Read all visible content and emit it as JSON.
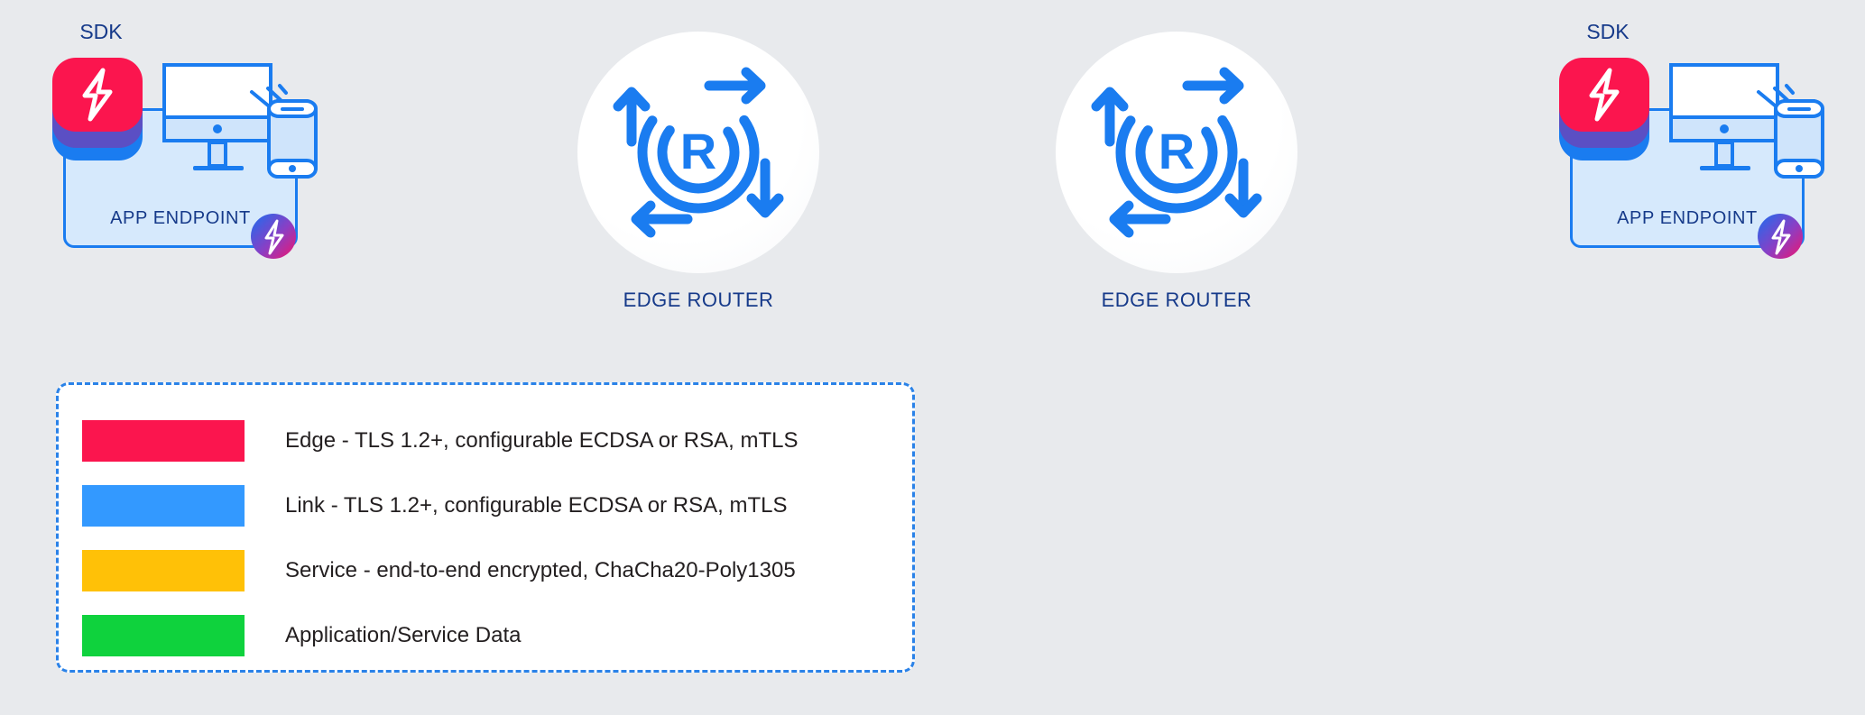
{
  "background_color": "#e8eaed",
  "diagram": {
    "title_color": "#163a8a",
    "endpoints": [
      {
        "id": "left",
        "label": "APP ENDPOINT",
        "sdk_caption": "SDK",
        "sdk_icon": "sdk-layers-bolt-icon",
        "device_icon": "monitor-and-phone-icon",
        "badge_icon": "bolt-gradient-circle-icon"
      },
      {
        "id": "right",
        "label": "APP ENDPOINT",
        "sdk_caption": "SDK",
        "sdk_icon": "sdk-layers-bolt-icon",
        "device_icon": "monitor-and-phone-icon",
        "badge_icon": "bolt-gradient-circle-icon"
      }
    ],
    "routers": [
      {
        "id": "router-1",
        "label": "EDGE ROUTER",
        "icon": "router-arrows-circle-icon"
      },
      {
        "id": "router-2",
        "label": "EDGE ROUTER",
        "icon": "router-arrows-circle-icon"
      }
    ],
    "pipe_colors": {
      "edge": "#fb154e",
      "link": "#3399ff",
      "service": "#ffc107",
      "data": "#0fd23d"
    },
    "segments": [
      {
        "id": "endpoint-to-router-1",
        "outer": "edge"
      },
      {
        "id": "router-1-to-router-2",
        "outer": "link"
      },
      {
        "id": "router-2-to-endpoint",
        "outer": "edge"
      }
    ]
  },
  "legend": {
    "border_color": "#2a82e8",
    "items": [
      {
        "color": "#fb154e",
        "swatch_name": "edge-swatch",
        "text": "Edge - TLS 1.2+, configurable ECDSA or RSA, mTLS"
      },
      {
        "color": "#3399ff",
        "swatch_name": "link-swatch",
        "text": "Link - TLS 1.2+, configurable ECDSA or RSA, mTLS"
      },
      {
        "color": "#ffc107",
        "swatch_name": "service-swatch",
        "text": "Service - end-to-end encrypted, ChaCha20-Poly1305"
      },
      {
        "color": "#0fd23d",
        "swatch_name": "data-swatch",
        "text": "Application/Service Data"
      }
    ]
  }
}
